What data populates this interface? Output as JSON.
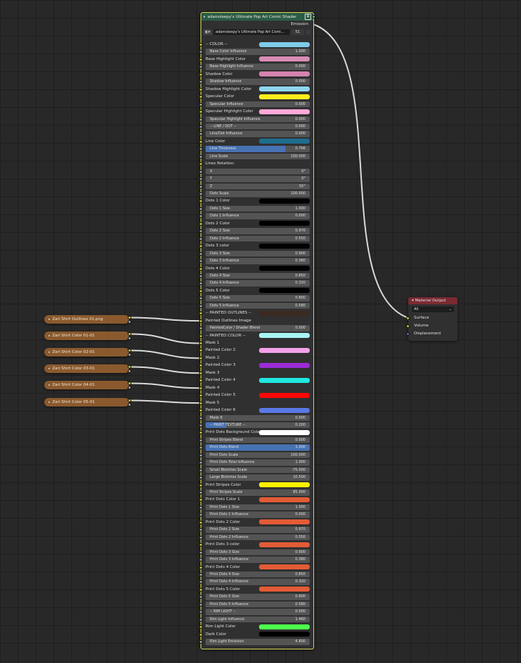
{
  "group_node": {
    "title": "adamsleepy's Ultimate Pop Art Comic Shader",
    "output_label": "Emission",
    "datablock_name": "adamsleepy's Ultimate Pop Art Comi...",
    "user_count": "51",
    "inputs": [
      {
        "type": "color",
        "label": "-- COLOR --",
        "color": "#7ecbea"
      },
      {
        "type": "field",
        "label": "Base Color Influence",
        "value": "1.000"
      },
      {
        "type": "color",
        "label": "Base Highlight Color",
        "color": "#d98cb4"
      },
      {
        "type": "field",
        "label": "Base Highlight Influence",
        "value": "0.000"
      },
      {
        "type": "color",
        "label": "Shadow Color",
        "color": "#d583b0"
      },
      {
        "type": "field",
        "label": "Shadow Influence",
        "value": "0.000"
      },
      {
        "type": "color",
        "label": "Shadow Highlight Color",
        "color": "#8fd6ee"
      },
      {
        "type": "color",
        "label": "Specular Color",
        "color": "#ffee1e"
      },
      {
        "type": "field",
        "label": "Specular Influence",
        "value": "0.000"
      },
      {
        "type": "color",
        "label": "Specular Highlight Color",
        "color": "#ffa9d8"
      },
      {
        "type": "field",
        "label": "Specular Highlight Influence",
        "value": "0.000"
      },
      {
        "type": "field",
        "label": "-- LINE / DOT --",
        "value": "0.000"
      },
      {
        "type": "field",
        "label": "Line/Dot Influence",
        "value": "0.000"
      },
      {
        "type": "color",
        "label": "Line Color",
        "color": "#1f6d8e"
      },
      {
        "type": "field",
        "label": "Line Thickness",
        "value": "0.766",
        "fill": 0.766
      },
      {
        "type": "field",
        "label": "Line Scale",
        "value": "100.000"
      },
      {
        "type": "plain",
        "label": "Lines Rotation:"
      },
      {
        "type": "field",
        "label": "X",
        "value": "0°"
      },
      {
        "type": "field",
        "label": "Y",
        "value": "0°"
      },
      {
        "type": "field",
        "label": "Z",
        "value": "50°"
      },
      {
        "type": "field",
        "label": "Dots Scale",
        "value": "100.000"
      },
      {
        "type": "color",
        "label": "Dots 1 Color",
        "color": "#000000"
      },
      {
        "type": "field",
        "label": "Dots 1 Size",
        "value": "1.000"
      },
      {
        "type": "field",
        "label": "Dots 1 Influence",
        "value": "0.000"
      },
      {
        "type": "color",
        "label": "Dots 2 Color",
        "color": "#000000"
      },
      {
        "type": "field",
        "label": "Dots 2 Size",
        "value": "0.970"
      },
      {
        "type": "field",
        "label": "Dots 2 Influence",
        "value": "0.550"
      },
      {
        "type": "color",
        "label": "Dots 3 color",
        "color": "#000000"
      },
      {
        "type": "field",
        "label": "Dots 3 Size",
        "value": "0.900"
      },
      {
        "type": "field",
        "label": "Dots 3 Influence",
        "value": "0.380"
      },
      {
        "type": "color",
        "label": "Dots 4 Color",
        "color": "#000000"
      },
      {
        "type": "field",
        "label": "Dots 4 Size",
        "value": "0.850"
      },
      {
        "type": "field",
        "label": "Dots 4 Influence",
        "value": "0.320"
      },
      {
        "type": "color",
        "label": "Dots 5 Color",
        "color": "#000000"
      },
      {
        "type": "field",
        "label": "Dots 5 Size",
        "value": "0.800"
      },
      {
        "type": "field",
        "label": "Dots 5 Influence",
        "value": "0.580"
      },
      {
        "type": "color",
        "label": "-- PAINTED OUTLINES --",
        "color": "#3b2a20"
      },
      {
        "type": "plain",
        "label": "Painted Outlines Image"
      },
      {
        "type": "field",
        "label": "PaintedColor / Shader Blend",
        "value": "0.000"
      },
      {
        "type": "color",
        "label": "-- PAINTED COLOR --",
        "color": "#a8f4f4"
      },
      {
        "type": "plain",
        "label": "Mask 1"
      },
      {
        "type": "color",
        "label": "Painted Color 2",
        "color": "#f3a0ea"
      },
      {
        "type": "plain",
        "label": "Mask 2"
      },
      {
        "type": "color",
        "label": "Painted Color 3",
        "color": "#9b2cd6"
      },
      {
        "type": "plain",
        "label": "Mask 3"
      },
      {
        "type": "color",
        "label": "Painted Color 4",
        "color": "#1fe8e0"
      },
      {
        "type": "plain",
        "label": "Mask 4"
      },
      {
        "type": "color",
        "label": "Painted Color 5",
        "color": "#ff0606"
      },
      {
        "type": "plain",
        "label": "Mask 5"
      },
      {
        "type": "color",
        "label": "Painted Color 6",
        "color": "#5a78e6"
      },
      {
        "type": "field",
        "label": "Mask 6",
        "value": "0.000"
      },
      {
        "type": "field",
        "label": "-- PRINT TEXTURE --",
        "value": "0.200",
        "fill": 0.2
      },
      {
        "type": "color",
        "label": "Print Dots Background Color",
        "color": "#ffffff"
      },
      {
        "type": "field",
        "label": "Print Stripes Blend",
        "value": "0.000"
      },
      {
        "type": "field",
        "label": "Print Dots Blend",
        "value": "1.000",
        "fill": 1.0
      },
      {
        "type": "field",
        "label": "Print Dots Scale",
        "value": "100.000"
      },
      {
        "type": "field",
        "label": "Print Dots Total Influence",
        "value": "1.000"
      },
      {
        "type": "field",
        "label": "Small Blotches Scale",
        "value": "-75.000"
      },
      {
        "type": "field",
        "label": "Large Blotches Scale",
        "value": "10.500"
      },
      {
        "type": "color",
        "label": "Print Stripes Color",
        "color": "#fff000"
      },
      {
        "type": "field",
        "label": "Print Stripes Scale",
        "value": "85.000"
      },
      {
        "type": "color",
        "label": "Print Dots Color 1",
        "color": "#e35b36"
      },
      {
        "type": "field",
        "label": "Print Dots 1 Size",
        "value": "1.000"
      },
      {
        "type": "field",
        "label": "Print Dots 1 Influence",
        "value": "0.000"
      },
      {
        "type": "color",
        "label": "Print Dots 2 Color",
        "color": "#e35b36"
      },
      {
        "type": "field",
        "label": "Print Dots 2 Size",
        "value": "0.970"
      },
      {
        "type": "field",
        "label": "Print Dots 2 Influence",
        "value": "0.550"
      },
      {
        "type": "color",
        "label": "Print Dots 3 color",
        "color": "#e35b36"
      },
      {
        "type": "field",
        "label": "Print Dots 3 Size",
        "value": "0.900"
      },
      {
        "type": "field",
        "label": "Print Dots 3 Influence",
        "value": "0.380"
      },
      {
        "type": "color",
        "label": "Print Dots 4 Color",
        "color": "#e35b36"
      },
      {
        "type": "field",
        "label": "Print Dots 4 Size",
        "value": "0.850"
      },
      {
        "type": "field",
        "label": "Print Dots 4 Influence",
        "value": "0.320"
      },
      {
        "type": "color",
        "label": "Print Dots 5 Color",
        "color": "#e35b36"
      },
      {
        "type": "field",
        "label": "Print Dots 5 Size",
        "value": "0.800"
      },
      {
        "type": "field",
        "label": "Print Dots 5 Influence",
        "value": "0.580"
      },
      {
        "type": "field",
        "label": "-- RIM LIGHT --",
        "value": "0.000"
      },
      {
        "type": "field",
        "label": "Rim Light Influence",
        "value": "1.460"
      },
      {
        "type": "color",
        "label": "Rim Light Color",
        "color": "#4dff4d"
      },
      {
        "type": "color",
        "label": "Dark Color",
        "color": "#000000"
      },
      {
        "type": "field",
        "label": "Rim Light Emission",
        "value": "4.800"
      }
    ]
  },
  "image_nodes": [
    {
      "label": "Zari Shirt Outlines 01.png",
      "target": "Painted Outlines Image"
    },
    {
      "label": "Zari Shirt Color 01-01",
      "target": "Mask 1"
    },
    {
      "label": "Zari Shirt Color 02-01",
      "target": "Mask 2"
    },
    {
      "label": "Zari Shirt Color 03-01",
      "target": "Mask 3"
    },
    {
      "label": "Zari Shirt Color 04-01",
      "target": "Mask 4"
    },
    {
      "label": "Zari Shirt Color 05-01",
      "target": "Mask 5"
    }
  ],
  "material_output": {
    "title": "Material Output",
    "target_option": "All",
    "inputs": [
      "Surface",
      "Volume",
      "Displacement"
    ]
  },
  "colors": {
    "node_bg": "#303030",
    "group_header": "#2b5c45",
    "image_node": "#8a5a2e",
    "output_header": "#7a2a33",
    "selection": "#d8d85a",
    "socket_color": "#c7c729",
    "socket_float": "#a1a1a1",
    "socket_vector": "#6363c7",
    "slider_fill": "#4772b3"
  }
}
